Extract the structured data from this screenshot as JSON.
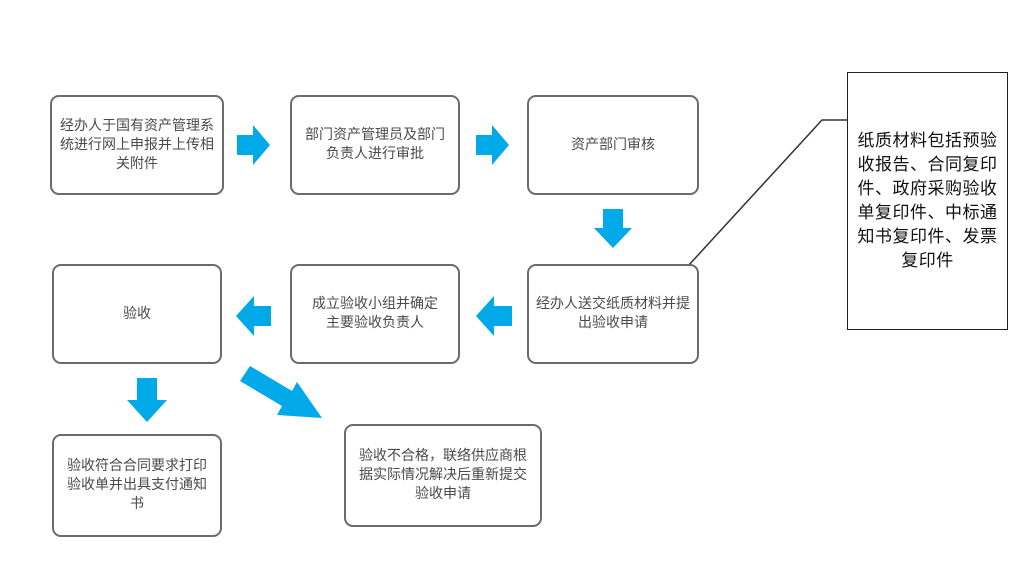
{
  "steps": {
    "submit": "经办人于国有资产管理系统进行网上申报并上传相关附件",
    "dept_review": "部门资产管理员及部门负责人进行审批",
    "asset_review": "资产部门审核",
    "send_materials": "经办人送交纸质材料并提出验收申请",
    "form_team": "成立验收小组并确定主要验收负责人",
    "acceptance": "验收",
    "pass": "验收符合合同要求打印验收单并出具支付通知书",
    "fail": "验收不合格，联络供应商根据实际情况解决后重新提交验收申请"
  },
  "note": "纸质材料包括预验收报告、合同复印件、政府采购验收单复印件、中标通知书复印件、发票复印件",
  "colors": {
    "arrow": "#00a9e8",
    "box_border": "#6b6b6b",
    "text": "#4a4a4a"
  }
}
